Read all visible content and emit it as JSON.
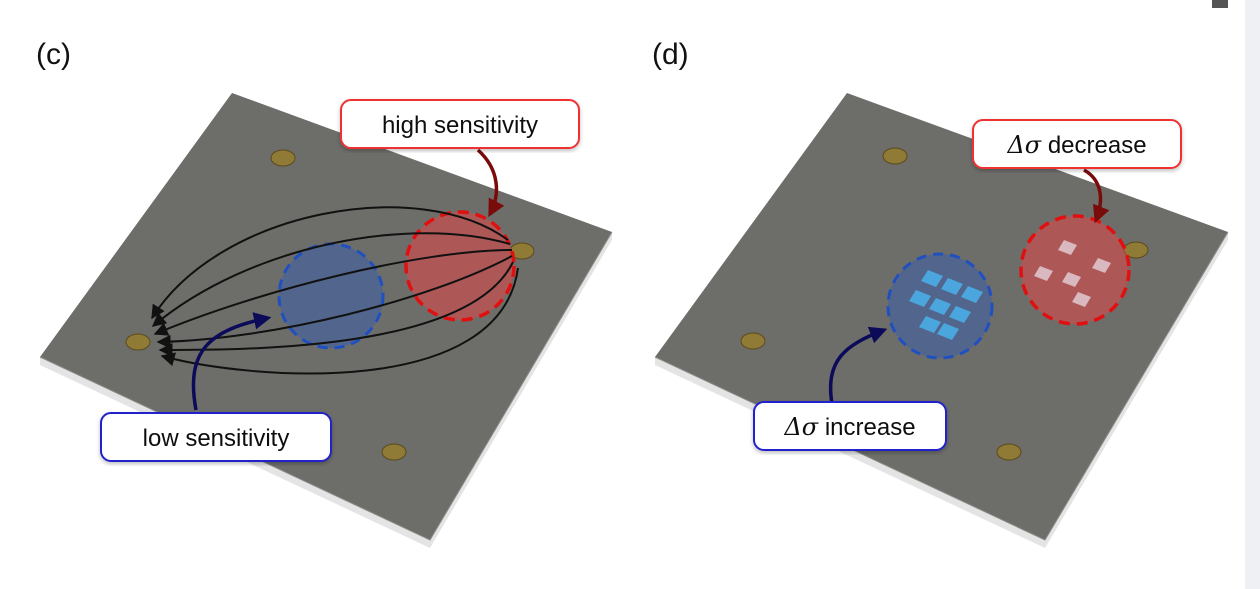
{
  "panels": [
    {
      "id": "c",
      "label": "(c)",
      "callouts": {
        "top": "high sensitivity",
        "bottom": "low sensitivity"
      }
    },
    {
      "id": "d",
      "label": "(d)",
      "callouts": {
        "top_symbol": "Δσ",
        "top_rest": " decrease",
        "bottom_symbol": "Δσ",
        "bottom_rest": " increase"
      }
    }
  ],
  "colors": {
    "plate_top": "#6b6b6b",
    "plate_edge": "#d9d9d9",
    "electrode": "#8a7430",
    "red_region": "#e03030",
    "blue_region": "#2a5fc0",
    "callout_red": "#e33",
    "callout_blue": "#22c",
    "arrow_red": "#7a0b0b",
    "arrow_blue": "#0b0b5a",
    "increase_cell": "#4aa6dd",
    "decrease_cell": "#d9b8bf"
  }
}
